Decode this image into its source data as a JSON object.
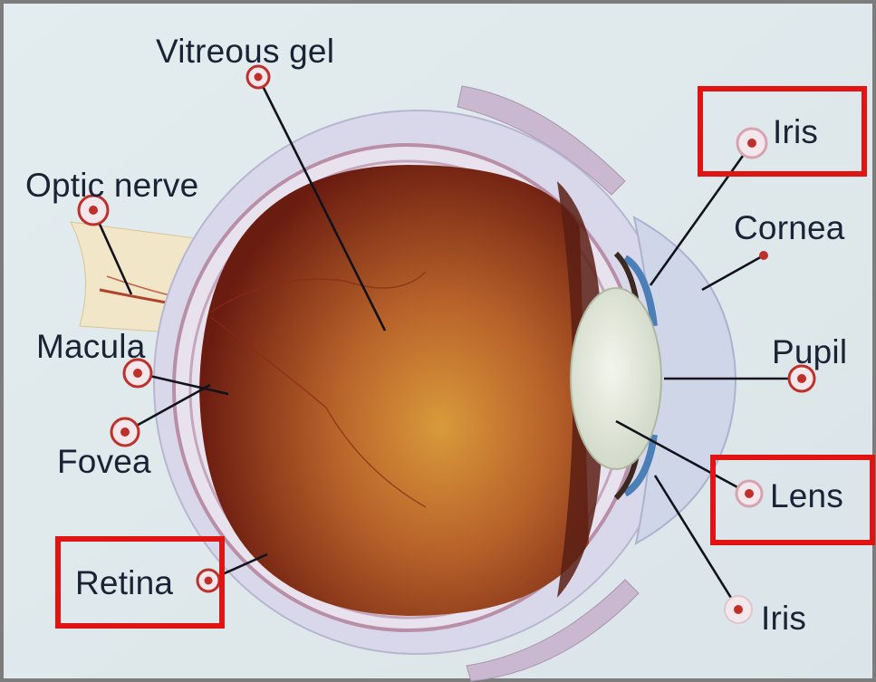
{
  "labels": {
    "vitreous_gel": "Vitreous gel",
    "optic_nerve": "Optic nerve",
    "macula": "Macula",
    "fovea": "Fovea",
    "retina": "Retina",
    "iris_top": "Iris",
    "cornea": "Cornea",
    "pupil": "Pupil",
    "lens": "Lens",
    "iris_bottom": "Iris"
  },
  "highlighted": [
    "iris_top",
    "lens",
    "retina"
  ],
  "colors": {
    "background": "#e6eef0",
    "highlight_box": "#e11414",
    "marker": "#c0302a",
    "label_text": "#1a2336",
    "sclera": "#d9d8ea",
    "choroid": "#b98fa8",
    "vitreous_dark": "#6b1c10",
    "vitreous_light": "#d99a3a",
    "lens": "#e7ecdf",
    "iris": "#4b7fb8",
    "cornea": "#cfd6e8",
    "optic_nerve": "#f1e6c8"
  }
}
